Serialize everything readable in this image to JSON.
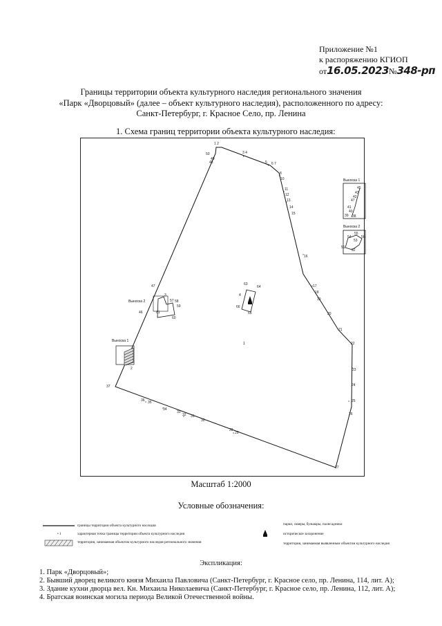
{
  "header": {
    "appendix": "Приложение №1",
    "order": "к распоряжению КГИОП",
    "date_prefix": "от",
    "date_value": "16.05.2023",
    "number_prefix": "№",
    "number_value": "348-рп"
  },
  "title": {
    "line1": "Границы территории объекта культурного наследия регионального значения",
    "line2": "«Парк «Дворцовый» (далее – объект культурного наследия), расположенного по адресу:",
    "line3": "Санкт-Петербург, г. Красное Село, пр. Ленина"
  },
  "section1": "1.   Схема границ территории объекта культурного наследия:",
  "map": {
    "callout1_label": "Выноска 1",
    "callout2_label": "Выноска 2",
    "main_label": "1",
    "label_4": "4",
    "callout1_inset_label": "Выноска 1",
    "callout2_inset_label": "Выноска 2",
    "points": [
      {
        "id": "1_2",
        "label": "1 2"
      },
      {
        "id": "3_4",
        "label": "3 4"
      },
      {
        "id": "5",
        "label": "5"
      },
      {
        "id": "6_7",
        "label": "6 7"
      },
      {
        "id": "8",
        "label": "8"
      },
      {
        "id": "10",
        "label": "10"
      },
      {
        "id": "11",
        "label": "11"
      },
      {
        "id": "12",
        "label": "12"
      },
      {
        "id": "13",
        "label": "13"
      },
      {
        "id": "14",
        "label": "14"
      },
      {
        "id": "15",
        "label": "15"
      },
      {
        "id": "16",
        "label": "16"
      },
      {
        "id": "17",
        "label": "17"
      },
      {
        "id": "18",
        "label": "18"
      },
      {
        "id": "19",
        "label": "19"
      },
      {
        "id": "20",
        "label": "20"
      },
      {
        "id": "21",
        "label": "21"
      },
      {
        "id": "22",
        "label": "22"
      },
      {
        "id": "23",
        "label": "23"
      },
      {
        "id": "24",
        "label": "24"
      },
      {
        "id": "25",
        "label": "25"
      },
      {
        "id": "26",
        "label": "26"
      },
      {
        "id": "27",
        "label": "27"
      },
      {
        "id": "28",
        "label": "28"
      },
      {
        "id": "29",
        "label": "29"
      },
      {
        "id": "30",
        "label": "30"
      },
      {
        "id": "31",
        "label": "31"
      },
      {
        "id": "32",
        "label": "32"
      },
      {
        "id": "33",
        "label": "33"
      },
      {
        "id": "34",
        "label": "34"
      },
      {
        "id": "35",
        "label": "35"
      },
      {
        "id": "36",
        "label": "36"
      },
      {
        "id": "37",
        "label": "37"
      },
      {
        "id": "46",
        "label": "46"
      },
      {
        "id": "47",
        "label": "47"
      },
      {
        "id": "48",
        "label": "48"
      },
      {
        "id": "49",
        "label": "49"
      },
      {
        "id": "50",
        "label": "50"
      },
      {
        "id": "57",
        "label": "57"
      },
      {
        "id": "58",
        "label": "58"
      },
      {
        "id": "59",
        "label": "59"
      },
      {
        "id": "60",
        "label": "60"
      },
      {
        "id": "61",
        "label": "61"
      },
      {
        "id": "63",
        "label": "63"
      },
      {
        "id": "64",
        "label": "64"
      },
      {
        "id": "65",
        "label": "65"
      },
      {
        "id": "66",
        "label": "66"
      },
      {
        "id": "2",
        "label": "2"
      },
      {
        "id": "3",
        "label": "3"
      }
    ],
    "inset1_points": [
      "45",
      "43",
      "42",
      "47",
      "41",
      "40",
      "39",
      "38"
    ],
    "inset2_points": [
      "55",
      "54",
      "56",
      "53",
      "51",
      "52"
    ]
  },
  "scale": "Масштаб 1:2000",
  "legend_title": "Условные обозначения:",
  "legend": {
    "boundary": "границы территории объекта культурного наследия",
    "point_marker": "• 1",
    "point": "характерная точка границы территории объекта культурного наследия",
    "hatched": "территория, занимаемая объектом культурного наследия регионального значения",
    "park": "парки, скверы, бульвары, палисадники",
    "burial": "историческое захоронение",
    "other": "территория, занимаемая выявленным объектом культурного наследия"
  },
  "explication": {
    "title": "Экспликация:",
    "items": [
      "1. Парк «Дворцовый»;",
      "2. Бывший дворец великого князя Михаила Павловича (Санкт-Петербург, г. Красное село, пр. Ленина, 114, лит. А);",
      "3. Здание кухни дворца вел. Кн. Михаила Николаевича (Санкт-Петербург, г. Красное село, пр. Ленина, 112, лит. А);",
      "4. Братская воинская могила периода Великой Отечественной войны."
    ]
  }
}
